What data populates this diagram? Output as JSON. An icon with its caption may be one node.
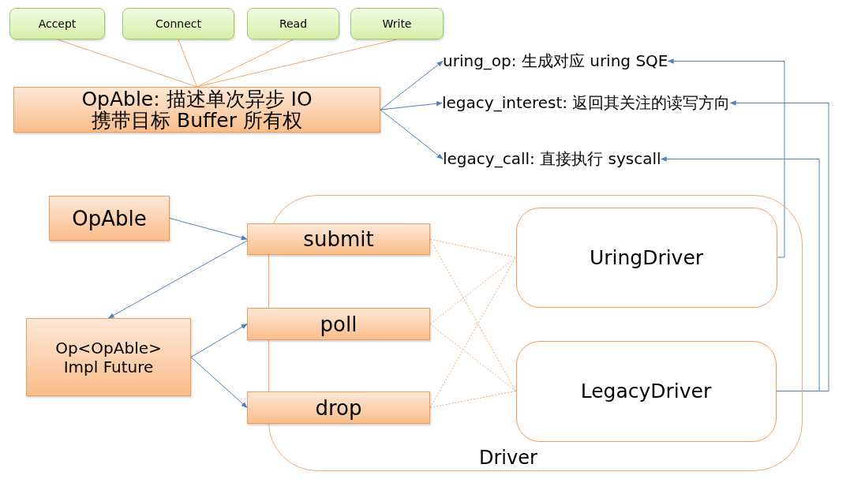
{
  "diagram": {
    "nodes": [
      {
        "text": [
          "Accept"
        ]
      },
      {
        "text": [
          "Connect"
        ]
      },
      {
        "text": [
          "Read"
        ]
      },
      {
        "text": [
          "Write"
        ]
      },
      {
        "text": [
          "OpAble: 描述单次异步 IO",
          "携带目标 Buffer 所有权"
        ]
      },
      {
        "text": [
          "uring_op: 生成对应 uring SQE"
        ]
      },
      {
        "text": [
          "legacy_interest: 返回其关注的读写方向"
        ]
      },
      {
        "text": [
          "legacy_call: 直接执行 syscall"
        ]
      },
      {
        "text": [
          "OpAble"
        ]
      },
      {
        "text": [
          "Driver"
        ]
      },
      {
        "text": [
          "submit"
        ]
      },
      {
        "text": [
          "poll"
        ]
      },
      {
        "text": [
          "drop"
        ]
      },
      {
        "text": [
          "Op<OpAble> Impl Future"
        ]
      },
      {
        "text": [
          "UringDriver"
        ],
        "in": 9
      },
      {
        "text": [
          "LegacyDriver"
        ],
        "in": 9
      }
    ],
    "edges": [
      {
        "from": 0,
        "to": 4,
        "arrow": "none",
        "color": "#f4a66a"
      },
      {
        "from": 1,
        "to": 4,
        "arrow": "none",
        "color": "#f4a66a"
      },
      {
        "from": 2,
        "to": 4,
        "arrow": "none",
        "color": "#f4a66a"
      },
      {
        "from": 3,
        "to": 4,
        "arrow": "none",
        "color": "#f4a66a"
      },
      {
        "from": 4,
        "to": 5,
        "arrow": "to",
        "color": "#4f81bd"
      },
      {
        "from": 4,
        "to": 6,
        "arrow": "to",
        "color": "#4f81bd"
      },
      {
        "from": 4,
        "to": 7,
        "arrow": "to",
        "color": "#4f81bd"
      },
      {
        "from": 8,
        "to": 10,
        "arrow": "to",
        "color": "#4f81bd"
      },
      {
        "from": 10,
        "to": 13,
        "arrow": "to",
        "color": "#4f81bd"
      },
      {
        "from": 13,
        "to": 11,
        "arrow": "to",
        "color": "#4f81bd"
      },
      {
        "from": 13,
        "to": 12,
        "arrow": "to",
        "color": "#4f81bd"
      },
      {
        "from": 10,
        "to": 14,
        "arrow": "none",
        "style": "dashed",
        "color": "#f4a66a"
      },
      {
        "from": 10,
        "to": 15,
        "arrow": "none",
        "style": "dashed",
        "color": "#f4a66a"
      },
      {
        "from": 11,
        "to": 14,
        "arrow": "none",
        "style": "dashed",
        "color": "#f4a66a"
      },
      {
        "from": 11,
        "to": 15,
        "arrow": "none",
        "style": "dashed",
        "color": "#f4a66a"
      },
      {
        "from": 12,
        "to": 14,
        "arrow": "none",
        "style": "dashed",
        "color": "#f4a66a"
      },
      {
        "from": 12,
        "to": 15,
        "arrow": "none",
        "style": "dashed",
        "color": "#f4a66a"
      },
      {
        "from": 14,
        "to": 5,
        "arrow": "to",
        "color": "#4f81bd"
      },
      {
        "from": 15,
        "to": 6,
        "arrow": "to",
        "color": "#4f81bd"
      },
      {
        "from": 15,
        "to": 7,
        "arrow": "to",
        "color": "#4f81bd"
      }
    ]
  }
}
